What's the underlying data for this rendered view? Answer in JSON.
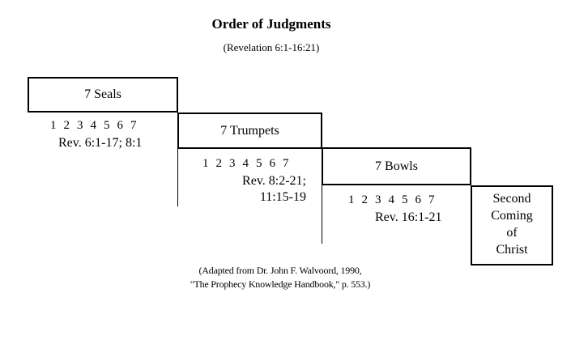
{
  "title": "Order of Judgments",
  "subtitle": "(Revelation 6:1-16:21)",
  "stages": [
    {
      "label": "7 Seals",
      "numbers": "1  2  3  4  5  6  7",
      "ref_lines": [
        "Rev. 6:1-17; 8:1"
      ]
    },
    {
      "label": "7 Trumpets",
      "numbers": "1  2  3  4  5  6  7",
      "ref_lines": [
        "Rev. 8:2-21;",
        "11:15-19"
      ]
    },
    {
      "label": "7 Bowls",
      "numbers": "1  2  3  4  5  6  7",
      "ref_lines": [
        "Rev. 16:1-21"
      ]
    }
  ],
  "final": {
    "lines": [
      "Second",
      "Coming",
      "of",
      "Christ"
    ]
  },
  "credit": {
    "lines": [
      "(Adapted from Dr. John F. Walvoord, 1990,",
      "\"The Prophecy Knowledge Handbook,\" p. 553.)"
    ]
  }
}
